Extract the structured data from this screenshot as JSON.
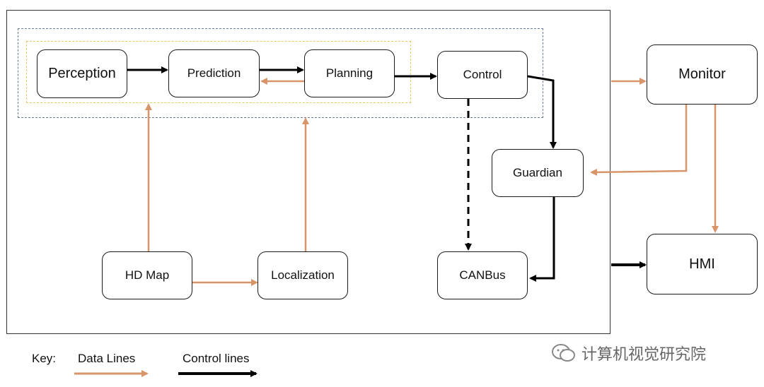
{
  "nodes": {
    "perception": "Perception",
    "prediction": "Prediction",
    "planning": "Planning",
    "control": "Control",
    "monitor": "Monitor",
    "guardian": "Guardian",
    "hd_map": "HD Map",
    "localization": "Localization",
    "canbus": "CANBus",
    "hmi": "HMI"
  },
  "key": {
    "label": "Key:",
    "data_lines": "Data Lines",
    "control_lines": "Control lines"
  },
  "colors": {
    "data_line": "#d9956a",
    "control_line": "#000000",
    "outer_dash": "#6b7a99",
    "inner_dash": "#e6cc66"
  },
  "watermark": {
    "text": "计算机视觉研究院",
    "icon": "wechat-icon"
  }
}
